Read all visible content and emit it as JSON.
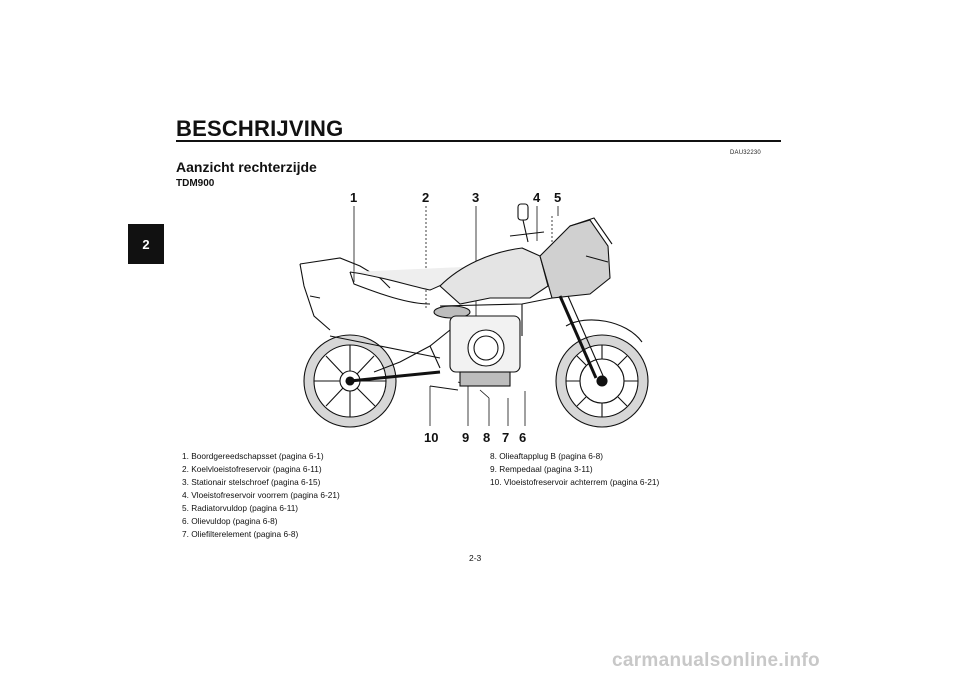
{
  "header": {
    "title": "BESCHRIJVING"
  },
  "chapter_tab": "2",
  "doc_code": "DAU32230",
  "section": {
    "title": "Aanzicht rechterzijde",
    "model": "TDM900"
  },
  "diagram": {
    "callouts_top": [
      "1",
      "2",
      "3",
      "4",
      "5"
    ],
    "callouts_bottom": [
      "10",
      "9",
      "8",
      "7",
      "6"
    ]
  },
  "legend": {
    "left": [
      "1. Boordgereedschapsset (pagina 6-1)",
      "2. Koelvloeistofreservoir (pagina 6-11)",
      "3. Stationair stelschroef (pagina 6-15)",
      "4. Vloeistofreservoir voorrem (pagina 6-21)",
      "5. Radiatorvuldop (pagina 6-11)",
      "6. Olievuldop (pagina 6-8)",
      "7. Oliefilterelement (pagina 6-8)"
    ],
    "right": [
      "8. Olieaftapplug B (pagina 6-8)",
      "9. Rempedaal (pagina 3-11)",
      "10. Vloeistofreservoir achterrem (pagina 6-21)"
    ]
  },
  "page_number": "2-3",
  "watermark": "carmanualsonline.info"
}
